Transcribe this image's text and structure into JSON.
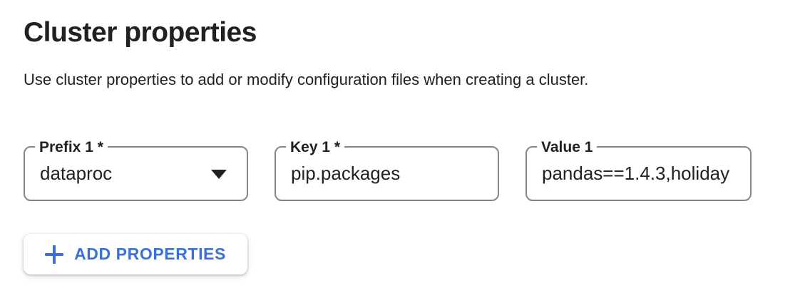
{
  "header": {
    "title": "Cluster properties",
    "description": "Use cluster properties to add or modify configuration files when creating a cluster."
  },
  "fields": {
    "prefix": {
      "label": "Prefix 1 *",
      "value": "dataproc"
    },
    "key": {
      "label": "Key 1 *",
      "value": "pip.packages"
    },
    "value": {
      "label": "Value 1",
      "value": "pandas==1.4.3,holiday"
    }
  },
  "button": {
    "label": "ADD PROPERTIES",
    "plus": "+"
  },
  "icons": {
    "dropdown_caret": "▼",
    "plus": "+"
  },
  "colors": {
    "accent_blue": "#3b70d9",
    "text_primary": "#202124",
    "field_border": "#80868b"
  }
}
